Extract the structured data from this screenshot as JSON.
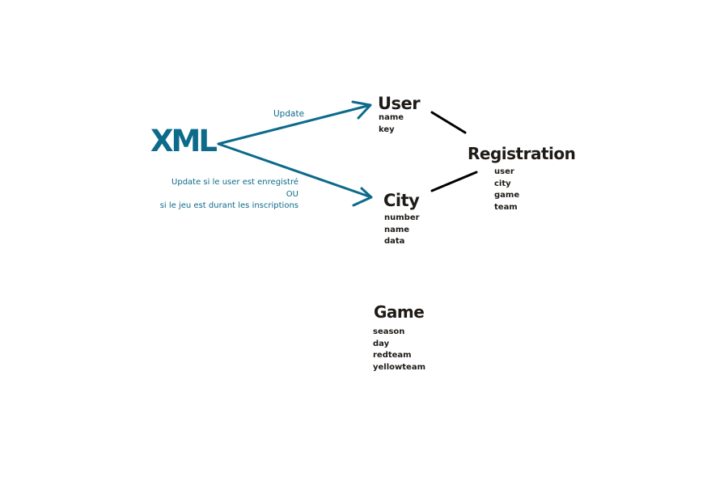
{
  "diagram": {
    "source": {
      "label": "XML",
      "color": "#0c6a8a"
    },
    "edges": {
      "to_user": {
        "label": "Update"
      },
      "to_city": {
        "label_lines": [
          "Update si le user est enregistré",
          "OU",
          "si le jeu est durant les inscriptions"
        ]
      }
    },
    "entities": {
      "user": {
        "title": "User",
        "fields": [
          "name",
          "key"
        ]
      },
      "city": {
        "title": "City",
        "fields": [
          "number",
          "name",
          "data"
        ]
      },
      "registration": {
        "title": "Registration",
        "fields": [
          "user",
          "city",
          "game",
          "team"
        ]
      },
      "game": {
        "title": "Game",
        "fields": [
          "season",
          "day",
          "redteam",
          "yellowteam"
        ]
      }
    },
    "colors": {
      "flow": "#0c6a8a",
      "relation": "#000000",
      "text": "#1e1a16"
    }
  }
}
